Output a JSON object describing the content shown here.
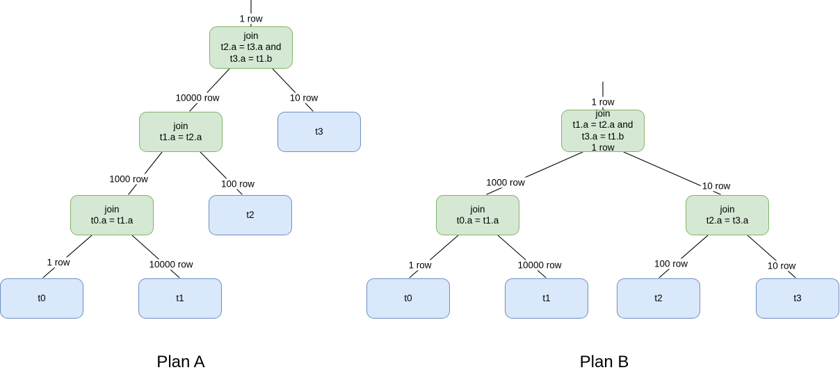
{
  "diagram": {
    "title": "Query plan comparison",
    "colors": {
      "join_fill": "#d5e8d4",
      "join_stroke": "#82b366",
      "table_fill": "#dae8fc",
      "table_stroke": "#6c8ebf",
      "edge_stroke": "#000000",
      "background": "#ffffff"
    }
  },
  "plans": [
    {
      "caption": "Plan A",
      "nodes": [
        {
          "id": "a-root",
          "type": "join",
          "lines": [
            "join",
            "t2.a = t3.a and",
            "t3.a = t1.b"
          ]
        },
        {
          "id": "a-join1",
          "type": "join",
          "lines": [
            "join",
            "t1.a = t2.a"
          ]
        },
        {
          "id": "a-join0",
          "type": "join",
          "lines": [
            "join",
            "t0.a = t1.a"
          ]
        },
        {
          "id": "a-t3",
          "type": "table",
          "lines": [
            "t3"
          ]
        },
        {
          "id": "a-t2",
          "type": "table",
          "lines": [
            "t2"
          ]
        },
        {
          "id": "a-t0",
          "type": "table",
          "lines": [
            "t0"
          ]
        },
        {
          "id": "a-t1",
          "type": "table",
          "lines": [
            "t1"
          ]
        }
      ],
      "edge_labels": [
        {
          "id": "a-top",
          "text": "1 row"
        },
        {
          "id": "a-e1",
          "text": "10000 row"
        },
        {
          "id": "a-e2",
          "text": "10 row"
        },
        {
          "id": "a-e3",
          "text": "1000 row"
        },
        {
          "id": "a-e4",
          "text": "100 row"
        },
        {
          "id": "a-e5",
          "text": "1 row"
        },
        {
          "id": "a-e6",
          "text": "10000 row"
        }
      ]
    },
    {
      "caption": "Plan B",
      "nodes": [
        {
          "id": "b-root",
          "type": "join",
          "lines": [
            "join",
            "t1.a = t2.a and",
            "t3.a = t1.b",
            "1 row"
          ]
        },
        {
          "id": "b-join0",
          "type": "join",
          "lines": [
            "join",
            "t0.a = t1.a"
          ]
        },
        {
          "id": "b-join1",
          "type": "join",
          "lines": [
            "join",
            "t2.a = t3.a"
          ]
        },
        {
          "id": "b-t0",
          "type": "table",
          "lines": [
            "t0"
          ]
        },
        {
          "id": "b-t1",
          "type": "table",
          "lines": [
            "t1"
          ]
        },
        {
          "id": "b-t2",
          "type": "table",
          "lines": [
            "t2"
          ]
        },
        {
          "id": "b-t3",
          "type": "table",
          "lines": [
            "t3"
          ]
        }
      ],
      "edge_labels": [
        {
          "id": "b-top",
          "text": "1 row"
        },
        {
          "id": "b-e1",
          "text": "1000 row"
        },
        {
          "id": "b-e2",
          "text": "10 row"
        },
        {
          "id": "b-e3",
          "text": "1 row"
        },
        {
          "id": "b-e4",
          "text": "10000 row"
        },
        {
          "id": "b-e5",
          "text": "100 row"
        },
        {
          "id": "b-e6",
          "text": "10 row"
        }
      ]
    }
  ]
}
